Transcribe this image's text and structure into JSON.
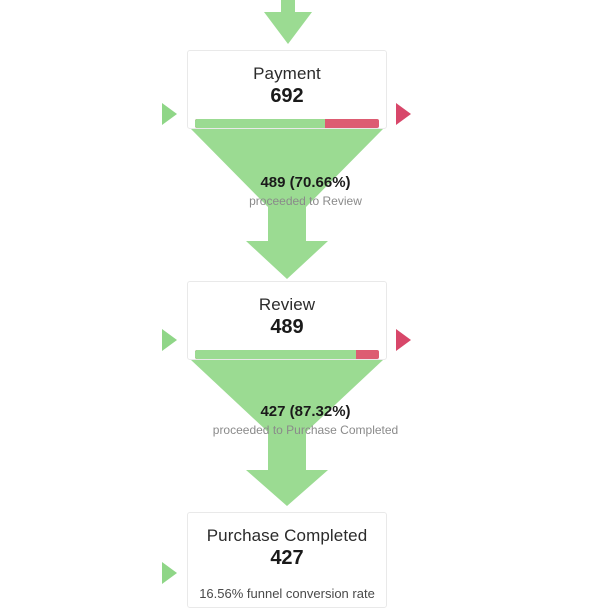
{
  "chart_data": {
    "type": "funnel",
    "title": "",
    "stages": [
      {
        "name": "Payment",
        "count": "692",
        "count_value": 692,
        "bar_green_pct": 70.66,
        "bar_red_pct": 29.34,
        "has_entry_marker": true,
        "has_dropoff_marker": true
      },
      {
        "name": "Review",
        "count": "489",
        "count_value": 489,
        "bar_green_pct": 87.32,
        "bar_red_pct": 12.68,
        "has_entry_marker": true,
        "has_dropoff_marker": true
      },
      {
        "name": "Purchase Completed",
        "count": "427",
        "count_value": 427,
        "note": "16.56% funnel conversion rate",
        "has_entry_marker": true,
        "has_dropoff_marker": false
      }
    ],
    "transitions": [
      {
        "from": "Payment",
        "to": "Review",
        "main": "489 (70.66%)",
        "value": 489,
        "percent": 70.66,
        "sub": "proceeded to Review"
      },
      {
        "from": "Review",
        "to": "Purchase Completed",
        "main": "427 (87.32%)",
        "value": 427,
        "percent": 87.32,
        "sub": "proceeded to Purchase Completed"
      }
    ],
    "overall_conversion_rate": "16.56%",
    "colors": {
      "proceeded": "#9bdb92",
      "dropped": "#dd5c72",
      "entry_marker": "#8fd687",
      "dropoff_marker": "#d8476a",
      "card_border": "#e9e9e9",
      "background": "#ffffff",
      "title_text": "#2b2b2b",
      "sub_text": "#8a8a8a"
    }
  },
  "icons": {
    "entry_marker": "play-triangle-right-green",
    "dropoff_marker": "play-triangle-right-red",
    "entry_arrow": "arrow-down-green",
    "funnel_connector": "funnel-arrow-down-green"
  }
}
